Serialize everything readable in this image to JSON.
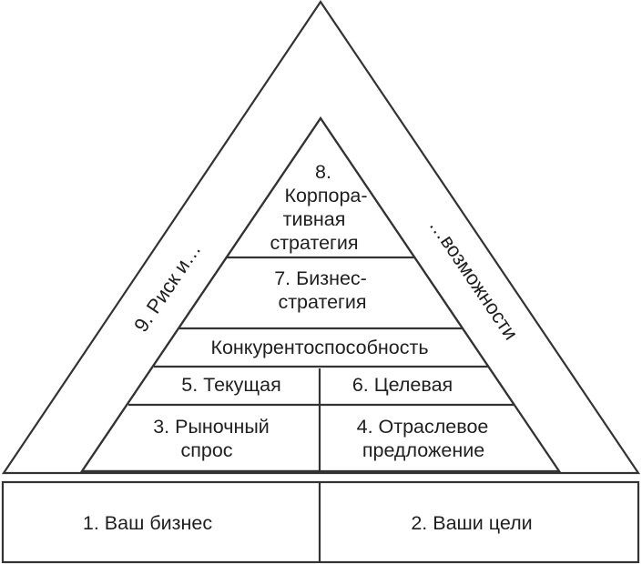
{
  "base": {
    "left": "1. Ваш бизнес",
    "right": "2. Ваши цели"
  },
  "outer_band": {
    "left": "9. Риск и…",
    "right": "…возможности"
  },
  "levels": {
    "level3": [
      "3. Рыночный",
      "спрос"
    ],
    "level4": [
      "4. Отраслевое",
      "предложение"
    ],
    "level5": "5. Текущая",
    "level6": "6. Целевая",
    "competitiveness": "Конкурентоспособность",
    "level7": [
      "7. Бизнес-",
      "стратегия"
    ],
    "level8": [
      "8.",
      "Корпора-",
      "тивная",
      "стратегия"
    ]
  },
  "colors": {
    "gray_fill": "#e1e1e1",
    "highlight_fill": "#ffffff",
    "outline": "#333333"
  }
}
